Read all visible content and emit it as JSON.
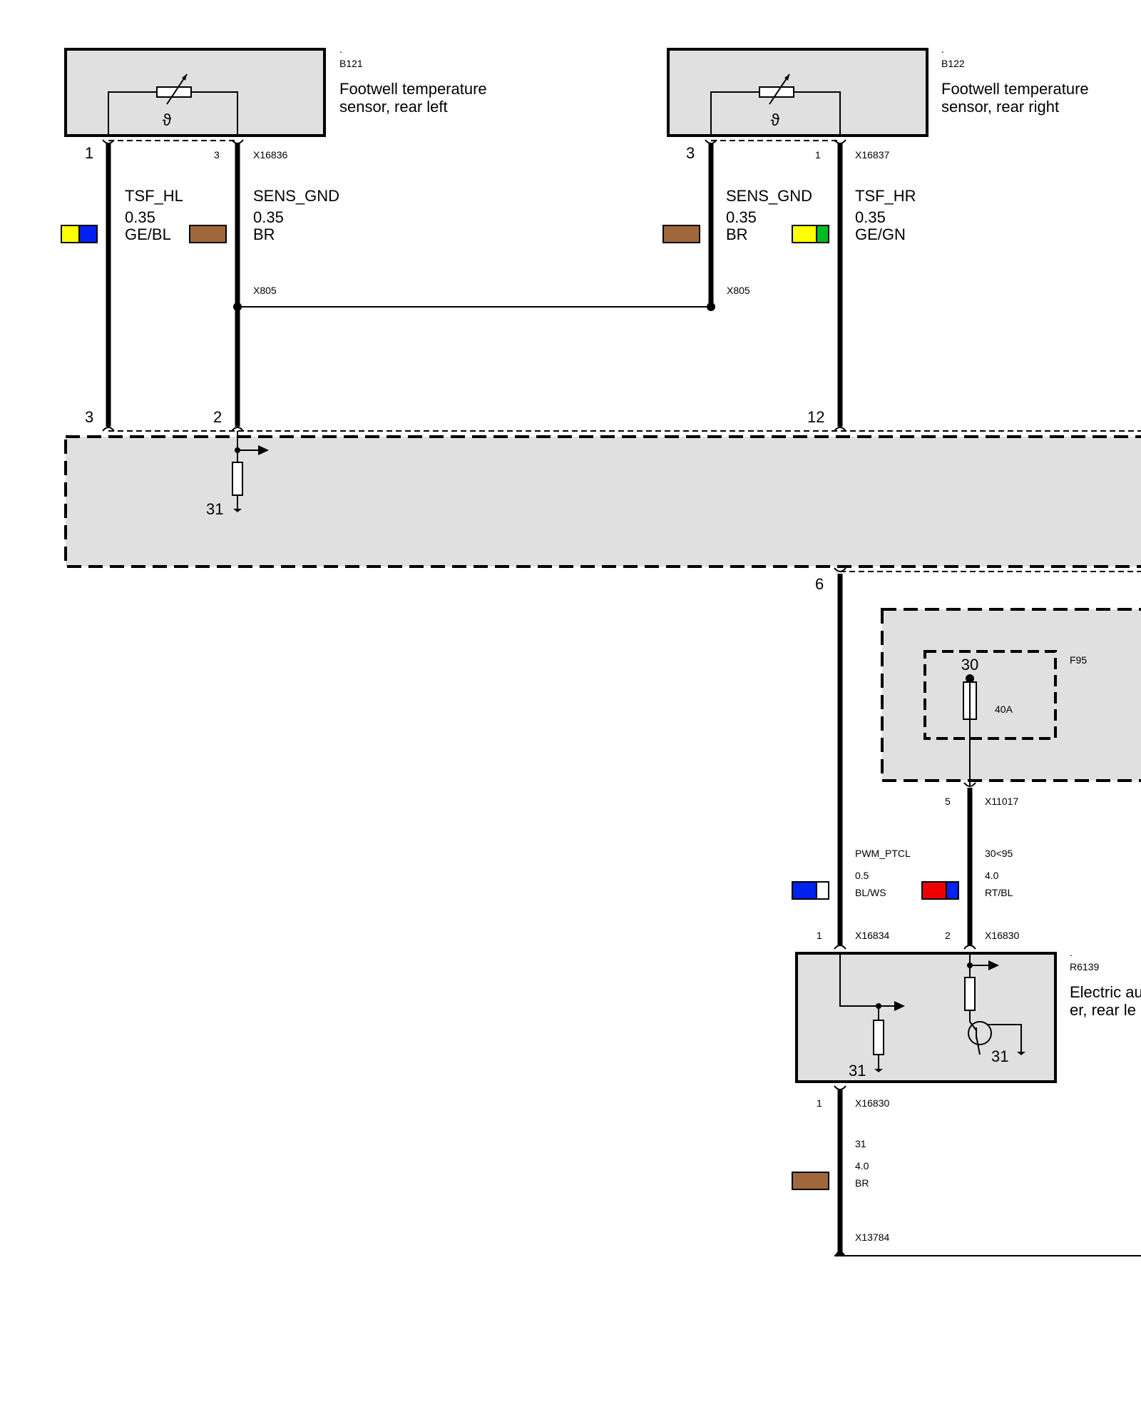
{
  "b121": {
    "dot": ".",
    "id": "B121",
    "name_line1": "Footwell temperature",
    "name_line2": "sensor, rear left",
    "pin_left": "1",
    "pin_right": "3",
    "connector": "X16836"
  },
  "b122": {
    "dot": ".",
    "id": "B122",
    "name_line1": "Footwell temperature",
    "name_line2": "sensor, rear right",
    "pin_left": "3",
    "pin_right": "1",
    "connector": "X16837"
  },
  "wires": {
    "tsf_hl": {
      "signal": "TSF_HL",
      "gauge": "0.35",
      "color": "GE/BL",
      "swatch": [
        "#ffff00",
        "#0022ee"
      ]
    },
    "sens_gnd_left": {
      "signal": "SENS_GND",
      "gauge": "0.35",
      "color": "BR",
      "swatch": [
        "#a0683a"
      ]
    },
    "sens_gnd_right": {
      "signal": "SENS_GND",
      "gauge": "0.35",
      "color": "BR",
      "swatch": [
        "#a0683a"
      ]
    },
    "tsf_hr": {
      "signal": "TSF_HR",
      "gauge": "0.35",
      "color": "GE/GN",
      "swatch": [
        "#ffff00",
        "#00bb22"
      ]
    },
    "pwm_ptcl": {
      "signal": "PWM_PTCL",
      "gauge": "0.5",
      "color": "BL/WS",
      "swatch": [
        "#0022ee",
        "#ffffff"
      ]
    },
    "supply": {
      "signal": "30<95",
      "gauge": "4.0",
      "color": "RT/BL",
      "swatch": [
        "#ee0000",
        "#0022ee"
      ]
    },
    "ground": {
      "signal": "31",
      "gauge": "4.0",
      "color": "BR",
      "swatch": [
        "#a0683a"
      ]
    }
  },
  "splice": {
    "left": "X805",
    "right": "X805"
  },
  "module": {
    "pin_tsf_hl": "3",
    "pin_sens_gnd": "2",
    "pin_tsf_hr": "12",
    "ground_label": "31",
    "pin_pwm": "6"
  },
  "fuse": {
    "id": "F95",
    "terminal": "30",
    "rating": "40A",
    "pin": "5",
    "connector": "X11017"
  },
  "r6139": {
    "dot": ".",
    "id": "R6139",
    "name_line1": "Electric au",
    "name_line2": "er, rear le",
    "pin_pwm": "1",
    "connector_pwm": "X16834",
    "pin_supply": "2",
    "connector_supply": "X16830",
    "ground_left": "31",
    "ground_right": "31",
    "pin_ground": "1",
    "connector_ground": "X16830"
  },
  "ground_point": {
    "connector": "X13784"
  }
}
